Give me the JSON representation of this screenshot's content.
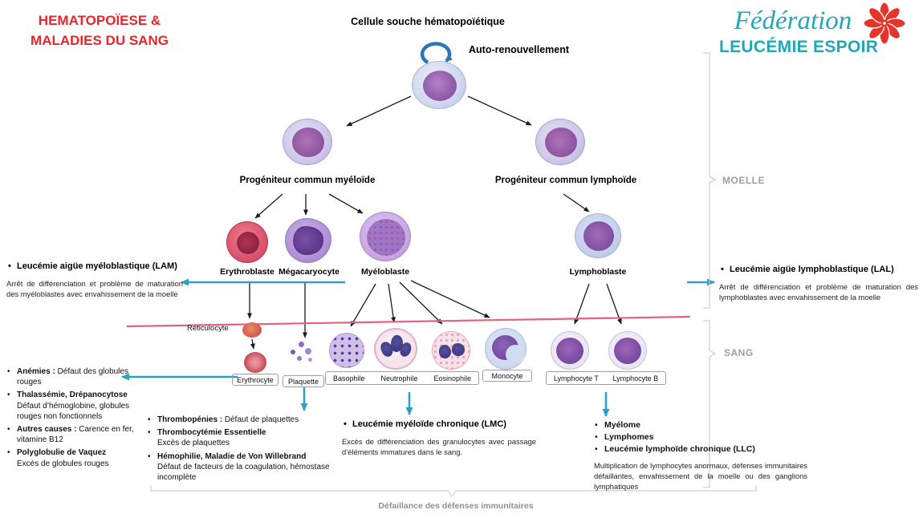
{
  "header": {
    "title_line1": "HEMATOPOÏESE &",
    "title_line2": "MALADIES DU SANG"
  },
  "logo": {
    "script": "Fédération",
    "caps": "LEUCÉMIE ESPOIR"
  },
  "colors": {
    "title_red": "#E8252A",
    "logo_teal": "#24A6B5",
    "flower_red": "#E5352B",
    "arrow_teal": "#2E9FC6",
    "separator_pink": "#E2627F",
    "compartment_grey": "#98A0A8",
    "self_renewal_blue": "#2E75B6"
  },
  "diagram": {
    "stem_cell_label": "Cellule souche hématopoïétique",
    "self_renewal": "Auto-renouvellement",
    "myeloid_progenitor": "Progéniteur commun myéloïde",
    "lymphoid_progenitor": "Progéniteur commun lymphoïde",
    "marrow_label": "MOELLE",
    "blood_label": "SANG",
    "precursors": {
      "erythroblast": "Erythroblaste",
      "megakaryocyte": "Mégacaryocyte",
      "myeloblast": "Myéloblaste",
      "lymphoblast": "Lymphoblaste"
    },
    "blood_cells": {
      "reticulocyte": "Réticulocyte",
      "erythrocyte": "Erythrocyte",
      "platelet": "Plaquette",
      "basophil": "Basophile",
      "neutrophil": "Neutrophile",
      "eosinophil": "Eosinophile",
      "monocyte": "Monocyte",
      "lymphocyte_t": "Lymphocyte T",
      "lymphocyte_b": "Lymphocyte B"
    }
  },
  "callouts": {
    "lam": {
      "title": "Leucémie aigüe myéloblastique (LAM)",
      "body": "Arrêt de différenciation et problème de maturation des myéloblastes avec envahissement de la moelle"
    },
    "lal": {
      "title": "Leucémie aigüe lymphoblastique (LAL)",
      "body": "Arrêt de différenciation et problème de maturation des lymphoblastes avec envahissement de la moelle"
    },
    "red_cell_diseases": {
      "items": [
        {
          "bold": "Anémies :",
          "text": " Défaut des globules rouges"
        },
        {
          "bold": "Thalassémie, Drépanocytose",
          "text": "Défaut d’hémoglobine, globules rouges non fonctionnels"
        },
        {
          "bold": "Autres causes :",
          "text": " Carence en fer, vitamine B12"
        },
        {
          "bold": "Polyglobulie de Vaquez",
          "text": "Excès de globules rouges"
        }
      ]
    },
    "platelet_diseases": {
      "items": [
        {
          "bold": "Thrombopénies :",
          "text": " Défaut de plaquettes"
        },
        {
          "bold": "Thrombocytémie Essentielle",
          "text": "Excès de plaquettes"
        },
        {
          "bold": "Hémophilie, Maladie de Von Willebrand",
          "text": "Défaut de facteurs de la coagulation, hémostase incomplète"
        }
      ]
    },
    "lmc": {
      "title": "Leucémie myéloïde chronique (LMC)",
      "body": "Excès de différenciation des granulocytes avec passage d’éléments immatures dans le sang."
    },
    "lymphoid_diseases": {
      "items": [
        {
          "bold": "Myélome"
        },
        {
          "bold": "Lymphomes"
        },
        {
          "bold": "Leucémie lymphoïde chronique (LLC)"
        }
      ],
      "body": "Multiplication de lymphocytes anormaux, défenses immunitaires défaillantes, envahissement de la moelle ou des ganglions lymphatiques"
    }
  },
  "footer": {
    "caption": "Défaillance des défenses immunitaires"
  }
}
